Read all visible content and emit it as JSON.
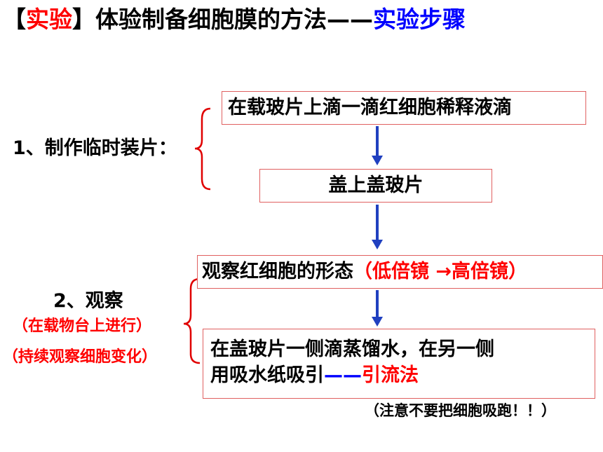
{
  "title": {
    "bracket_open": "【",
    "tag": "实验",
    "bracket_close": "】",
    "main": "体验制备细胞膜的方法——",
    "section": "实验步骤"
  },
  "step1": {
    "label": "1、制作临时装片：",
    "box1": "在载玻片上滴一滴红细胞稀释液滴",
    "box2": "盖上盖玻片"
  },
  "step2": {
    "label": "2、观察",
    "note1": "（在载物台上进行）",
    "note2": "（持续观察细胞变化）",
    "box3_text": "观察红细胞的形态",
    "box3_paren": "（低倍镜 →高倍镜）",
    "box4_line1": "在盖玻片一侧滴蒸馏水，在另一侧",
    "box4_line2a": "用吸水纸吸引",
    "box4_dash": "——",
    "box4_line2b": "引流法"
  },
  "footnote": "（注意不要把细胞吸跑！！）",
  "colors": {
    "red": "#ff0000",
    "blue": "#0000ff",
    "arrow": "#2040c0",
    "bracket": "#e00000",
    "box_border": "#e06060"
  }
}
